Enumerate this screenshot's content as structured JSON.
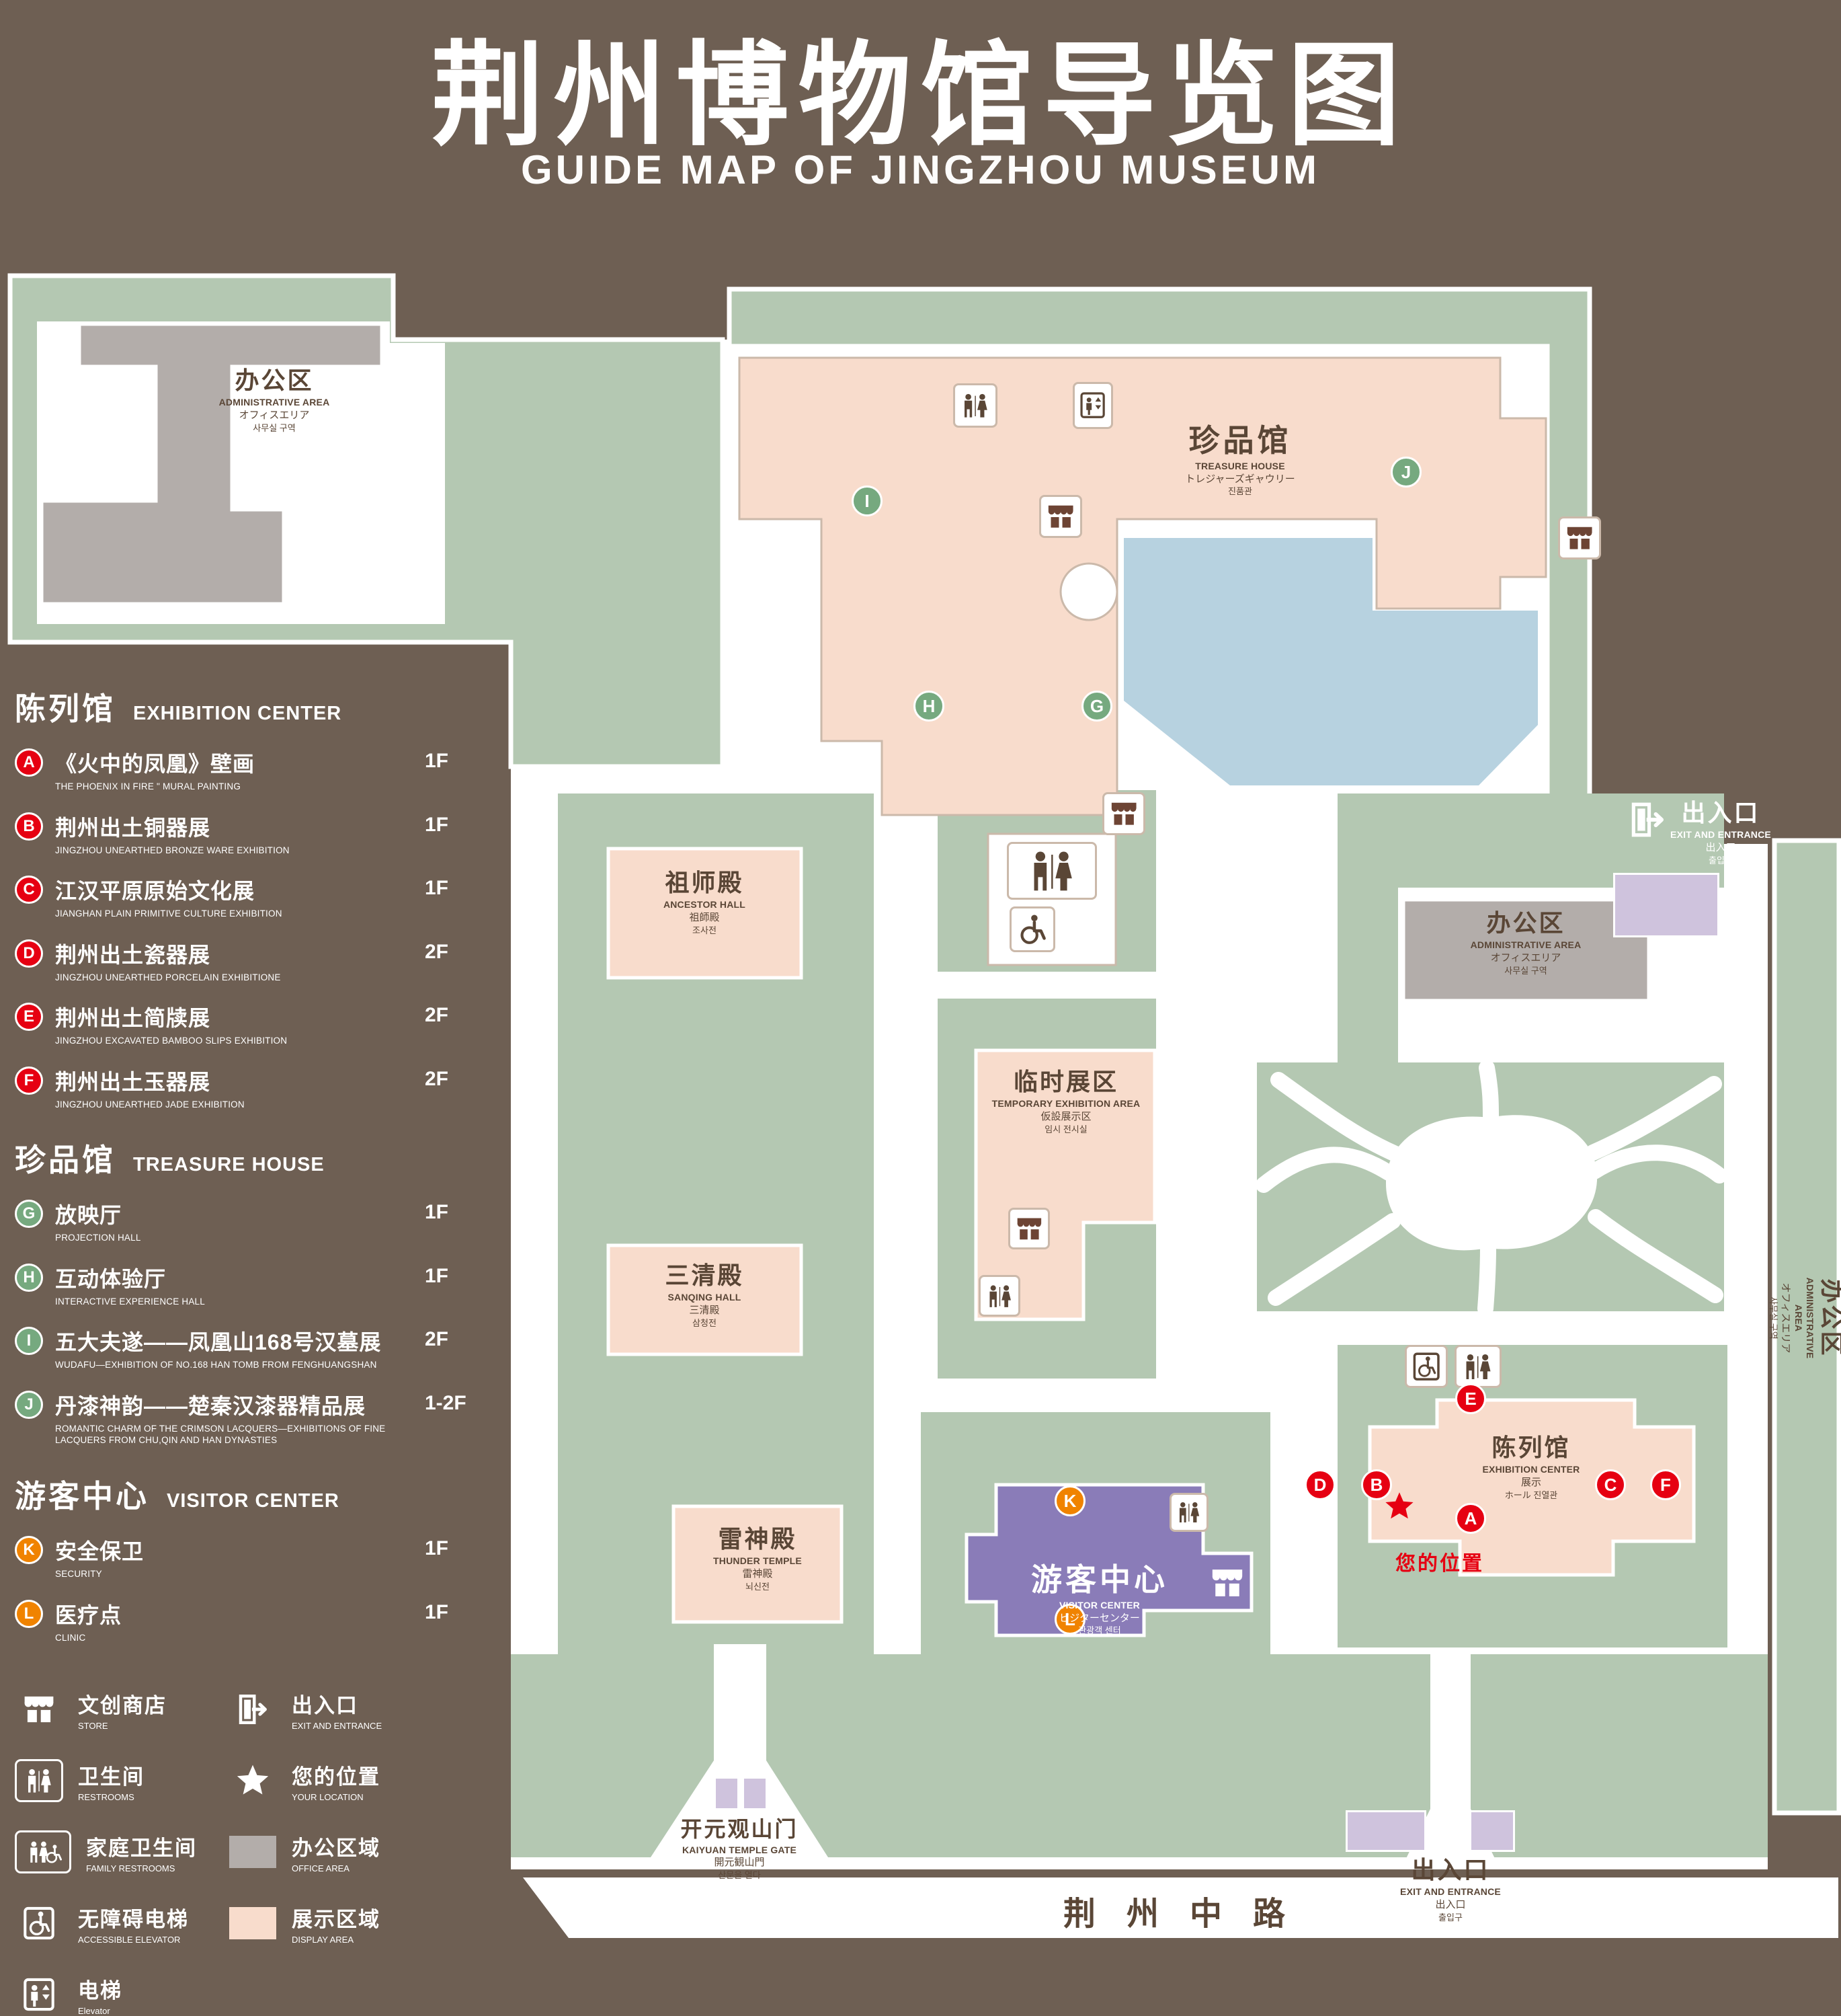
{
  "title": {
    "zh": "荆州博物馆导览图",
    "en": "GUIDE MAP OF JINGZHOU MUSEUM"
  },
  "colors": {
    "background": "#6e5f53",
    "lawn_green": "#b4c8b2",
    "display_pink": "#f8dccc",
    "office_gray": "#b3adaa",
    "water_blue": "#b7d2e0",
    "visitor_purple": "#8a7cb8",
    "gate_lavender": "#cfc3dd",
    "marker_red": "#e60012",
    "marker_green": "#76a97f",
    "marker_orange": "#f08300",
    "map_text": "#5a4636"
  },
  "legend": {
    "sections": [
      {
        "zh": "陈列馆",
        "en": "EXHIBITION CENTER",
        "items": [
          {
            "letter": "A",
            "zh": "《火中的凤凰》壁画",
            "en": "THE PHOENIX IN FIRE \" MURAL PAINTING",
            "floor": "1F"
          },
          {
            "letter": "B",
            "zh": "荆州出土铜器展",
            "en": "JINGZHOU UNEARTHED BRONZE WARE EXHIBITION",
            "floor": "1F"
          },
          {
            "letter": "C",
            "zh": "江汉平原原始文化展",
            "en": "JIANGHAN PLAIN PRIMITIVE CULTURE EXHIBITION",
            "floor": "1F"
          },
          {
            "letter": "D",
            "zh": "荆州出土瓷器展",
            "en": "JINGZHOU UNEARTHED PORCELAIN EXHIBITIONE",
            "floor": "2F"
          },
          {
            "letter": "E",
            "zh": "荆州出土简牍展",
            "en": "JINGZHOU EXCAVATED BAMBOO SLIPS EXHIBITION",
            "floor": "2F"
          },
          {
            "letter": "F",
            "zh": "荆州出土玉器展",
            "en": "JINGZHOU UNEARTHED JADE EXHIBITION",
            "floor": "2F"
          }
        ]
      },
      {
        "zh": "珍品馆",
        "en": "TREASURE HOUSE",
        "items": [
          {
            "letter": "G",
            "zh": "放映厅",
            "en": "PROJECTION HALL",
            "floor": "1F"
          },
          {
            "letter": "H",
            "zh": "互动体验厅",
            "en": "INTERACTIVE EXPERIENCE HALL",
            "floor": "1F"
          },
          {
            "letter": "I",
            "zh": "五大夫遂——凤凰山168号汉墓展",
            "en": "WUDAFU—EXHIBITION OF NO.168 HAN TOMB FROM FENGHUANGSHAN",
            "floor": "2F"
          },
          {
            "letter": "J",
            "zh": "丹漆神韵——楚秦汉漆器精品展",
            "en": "ROMANTIC CHARM OF THE CRIMSON LACQUERS—EXHIBITIONS OF FINE LACQUERS FROM CHU,QIN AND HAN DYNASTIES",
            "floor": "1-2F"
          }
        ]
      },
      {
        "zh": "游客中心",
        "en": "VISITOR CENTER",
        "items": [
          {
            "letter": "K",
            "zh": "安全保卫",
            "en": "SECURITY",
            "floor": "1F"
          },
          {
            "letter": "L",
            "zh": "医疗点",
            "en": "CLINIC",
            "floor": "1F"
          }
        ]
      }
    ],
    "symbols": [
      {
        "zh": "文创商店",
        "en": "STORE",
        "icon": "store-icon"
      },
      {
        "zh": "出入口",
        "en": "EXIT AND ENTRANCE",
        "icon": "exit-icon"
      },
      {
        "zh": "卫生间",
        "en": "RESTROOMS",
        "icon": "restrooms-icon"
      },
      {
        "zh": "您的位置",
        "en": "YOUR LOCATION",
        "icon": "location-star-icon"
      },
      {
        "zh": "家庭卫生间",
        "en": "FAMILY RESTROOMS",
        "icon": "family-restrooms-icon"
      },
      {
        "zh": "办公区域",
        "en": "OFFICE AREA",
        "icon": "office-area-swatch"
      },
      {
        "zh": "无障碍电梯",
        "en": "ACCESSIBLE ELEVATOR",
        "icon": "accessible-elevator-icon"
      },
      {
        "zh": "展示区域",
        "en": "DISPLAY AREA",
        "icon": "display-area-swatch"
      },
      {
        "zh": "电梯",
        "en": "Elevator",
        "icon": "elevator-icon"
      }
    ]
  },
  "map": {
    "labels": {
      "admin_top_left": {
        "zh": "办公区",
        "en": "ADMINISTRATIVE AREA",
        "jp": "オフィスエリア",
        "kr": "사무실 구역"
      },
      "treasure_house": {
        "zh": "珍品馆",
        "en": "TREASURE HOUSE",
        "jp": "トレジャーズギャウリー",
        "kr": "진품관"
      },
      "exit_top_right": {
        "zh": "出入口",
        "en": "EXIT AND ENTRANCE",
        "jp": "出入口",
        "kr": "출입구"
      },
      "admin_right": {
        "zh": "办公区",
        "en": "ADMINISTRATIVE AREA",
        "jp": "オフィスエリア",
        "kr": "사무실 구역"
      },
      "admin_far_right": {
        "zh": "办公区",
        "en": "ADMINISTRATIVE AREA",
        "jp": "オフィスエリア",
        "kr": "사무실 구역"
      },
      "ancestor_hall": {
        "zh": "祖师殿",
        "en": "ANCESTOR HALL",
        "jp": "祖師殿",
        "kr": "조사전"
      },
      "temporary_exhibition": {
        "zh": "临时展区",
        "en": "TEMPORARY EXHIBITION AREA",
        "jp": "仮設展示区",
        "kr": "임시 전시실"
      },
      "sanqing_hall": {
        "zh": "三清殿",
        "en": "SANQING HALL",
        "jp": "三清殿",
        "kr": "삼청전"
      },
      "thunder_temple": {
        "zh": "雷神殿",
        "en": "THUNDER TEMPLE",
        "jp": "雷神殿",
        "kr": "뇌신전"
      },
      "visitor_center": {
        "zh": "游客中心",
        "en": "VISITOR CENTER",
        "jp": "ビジターセンター",
        "kr": "관광객 센터"
      },
      "exhibition_center": {
        "zh": "陈列馆",
        "en": "EXHIBITION CENTER",
        "jp": "展示",
        "kr": "ホール 진열관"
      },
      "your_location": {
        "zh": "您的位置"
      },
      "kaiyuan_gate": {
        "zh": "开元观山门",
        "en": "KAIYUAN TEMPLE GATE",
        "jp": "開元観山門",
        "kr": "산문을 열다"
      },
      "exit_bottom": {
        "zh": "出入口",
        "en": "EXIT AND ENTRANCE",
        "jp": "出入口",
        "kr": "출입구"
      },
      "road": {
        "zh": "荆州中路"
      }
    },
    "markers": {
      "a": "A",
      "b": "B",
      "c": "C",
      "d": "D",
      "e": "E",
      "f": "F",
      "g": "G",
      "h": "H",
      "i": "I",
      "j": "J",
      "k": "K",
      "l": "L"
    }
  }
}
